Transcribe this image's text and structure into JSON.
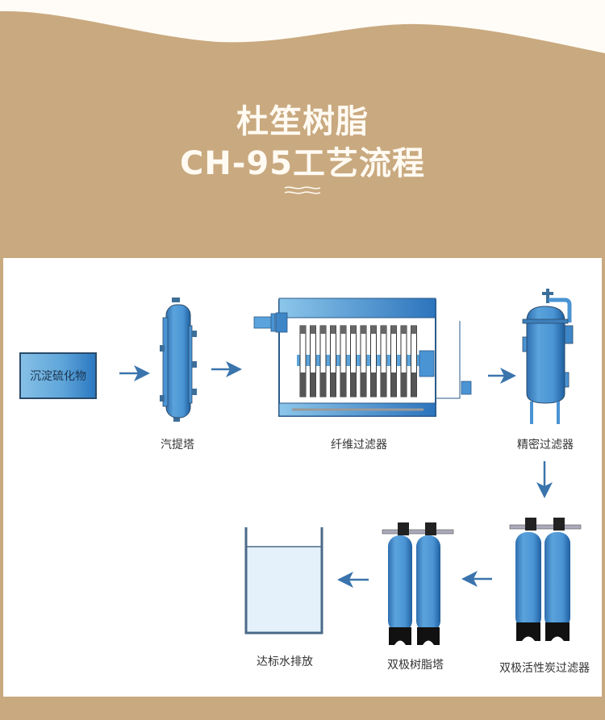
{
  "header": {
    "title_line1": "杜笙树脂",
    "title_line2": "CH-95工艺流程",
    "decoration_icon": "wavy-lines-icon"
  },
  "colors": {
    "background_tan": "#c9a97f",
    "top_cream": "#fffcf7",
    "title_text": "#fffaf2",
    "equipment_blue": "#4a94d4",
    "arrow_blue": "#3a74ad"
  },
  "process": {
    "steps": [
      {
        "label": "沉淀硫化物",
        "icon": "source-box"
      },
      {
        "label": "汽提塔",
        "icon": "stripping-tower-icon"
      },
      {
        "label": "纤维过滤器",
        "icon": "fiber-filter-icon"
      },
      {
        "label": "精密过滤器",
        "icon": "precision-filter-icon"
      },
      {
        "label": "双极活性炭过滤器",
        "icon": "dual-carbon-filter-icon"
      },
      {
        "label": "双极树脂塔",
        "icon": "dual-resin-tower-icon"
      },
      {
        "label": "达标水排放",
        "icon": "discharge-tank-icon"
      }
    ],
    "arrows": [
      "right",
      "right",
      "right",
      "down",
      "left",
      "left"
    ]
  }
}
